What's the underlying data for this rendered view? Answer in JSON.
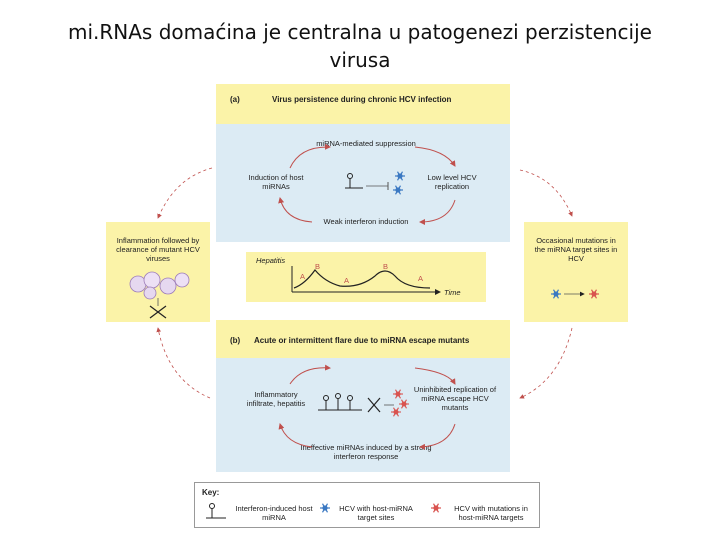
{
  "title": "mi.RNAs domaćina je centralna u patogenezi perzistencije virusa",
  "panel_a": {
    "letter": "(a)",
    "heading": "Virus persistence during chronic HCV infection",
    "top_arrow_label": "miRNA-mediated suppression",
    "left_label": "Induction of host miRNAs",
    "right_label": "Low level HCV replication",
    "bottom_label": "Weak interferon induction"
  },
  "graph": {
    "ylabel": "Hepatitis",
    "xlabel": "Time",
    "markers": [
      "A",
      "B",
      "A",
      "B",
      "A"
    ]
  },
  "left_side": {
    "text": "Inflammation followed by clearance of mutant HCV viruses"
  },
  "right_side": {
    "text": "Occasional mutations in the miRNA target sites in HCV"
  },
  "panel_b": {
    "letter": "(b)",
    "heading": "Acute or intermittent flare due to miRNA escape mutants",
    "left_label": "Inflammatory infiltrate, hepatitis",
    "right_label": "Uninhibited replication of miRNA escape HCV mutants",
    "bottom_label": "Ineffective miRNAs induced by a strong interferon response"
  },
  "key": {
    "title": "Key:",
    "item1": "Interferon-induced host miRNA",
    "item2": "HCV with host-miRNA target sites",
    "item3": "HCV with mutations in host-miRNA targets"
  },
  "colors": {
    "yellow": "#fbf3a8",
    "blue": "#dcebf4",
    "arrow": "#c0504d",
    "virus_blue": "#3a78c2",
    "virus_red": "#d9534f"
  }
}
